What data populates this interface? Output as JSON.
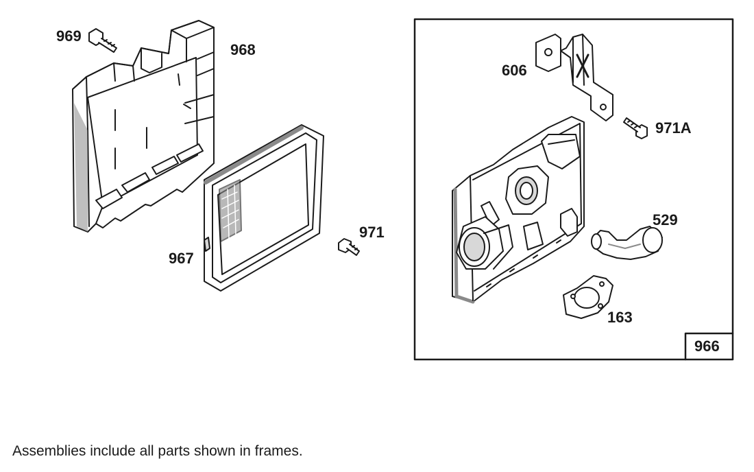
{
  "parts": {
    "p969": "969",
    "p968": "968",
    "p967": "967",
    "p971": "971",
    "p606": "606",
    "p971a": "971A",
    "p529": "529",
    "p163": "163"
  },
  "assembly": {
    "number": "966"
  },
  "footnote": "Assemblies include all parts shown in frames.",
  "colors": {
    "line": "#1a1a1a",
    "shade": "#8a8a8a",
    "fill": "#d8d8d8"
  }
}
